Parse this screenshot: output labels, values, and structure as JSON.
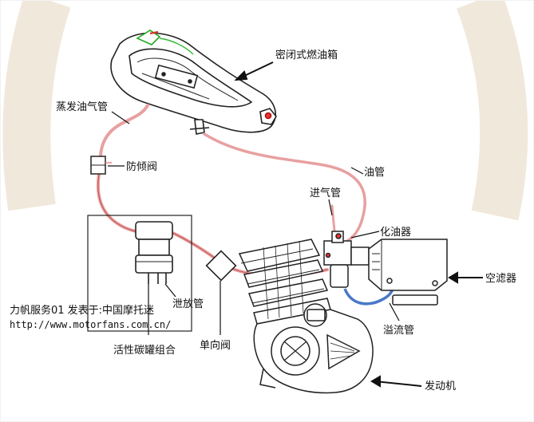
{
  "labels": {
    "sealed_tank": "密闭式燃油箱",
    "vapor_pipe": "蒸发油气管",
    "anti_tip_valve": "防倾阀",
    "fuel_pipe": "油管",
    "intake_pipe": "进气管",
    "carburetor": "化油器",
    "air_filter": "空滤器",
    "drain_pipe": "泄放管",
    "overflow_pipe": "溢流管",
    "check_valve": "单向阀",
    "canister_assembly": "活性碳罐组合",
    "engine": "发动机"
  },
  "watermark": {
    "line1": "力帆服务01 发表于:中国摩托迷",
    "line2": "http://www.motorfans.com.cn/"
  },
  "colors": {
    "pipe": "#e8a0a0",
    "pipe_edge": "#c0504d",
    "overflow": "#4a78c8",
    "line": "#222222",
    "bg_arc": "#f3ebe0"
  }
}
